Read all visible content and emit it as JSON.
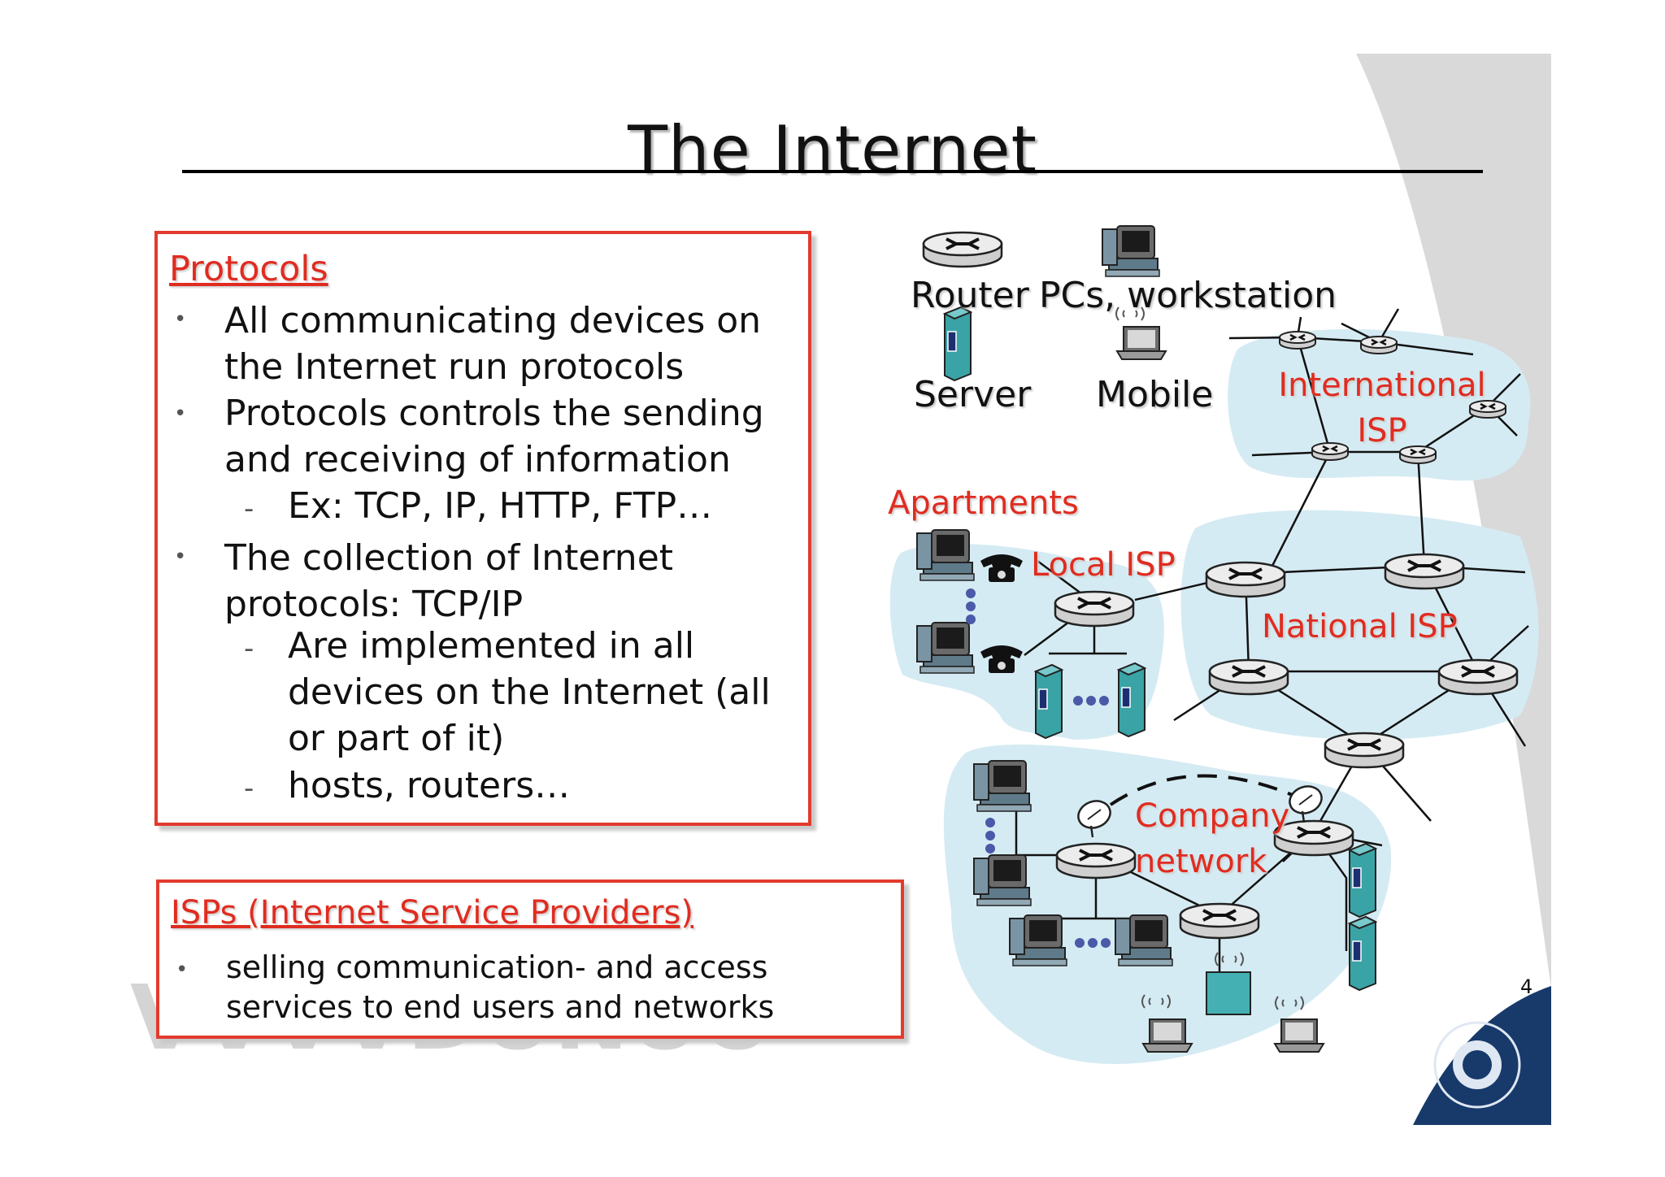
{
  "slide": {
    "title": "The Internet",
    "page_number": "4"
  },
  "protocols_box": {
    "heading": "Protocols",
    "bullets": [
      "All communicating devices on the Internet run protocols",
      "Protocols controls the sending and receiving of information",
      "The collection of Internet protocols: TCP/IP"
    ],
    "sub_bullets": [
      "Ex: TCP, IP, HTTP, FTP…",
      "Are implemented in all devices on the Internet  (all or part of it)",
      "hosts, routers…"
    ]
  },
  "isp_box": {
    "heading": "ISPs (Internet Service Providers)",
    "bullet": "selling communication- and access services to end users and networks"
  },
  "diagram": {
    "legend": {
      "router": "Router",
      "pcs": "PCs, workstation",
      "server": "Server",
      "mobile": "Mobile"
    },
    "regions": {
      "international_isp": "International ISP",
      "national_isp": "National ISP",
      "local_isp": "Local ISP",
      "apartments": "Apartments",
      "company_network": "Company network"
    }
  },
  "colors": {
    "accent_red": "#e02c20",
    "cloud_blue": "#d5ebf3",
    "router_gray": "#e6e6e6"
  }
}
